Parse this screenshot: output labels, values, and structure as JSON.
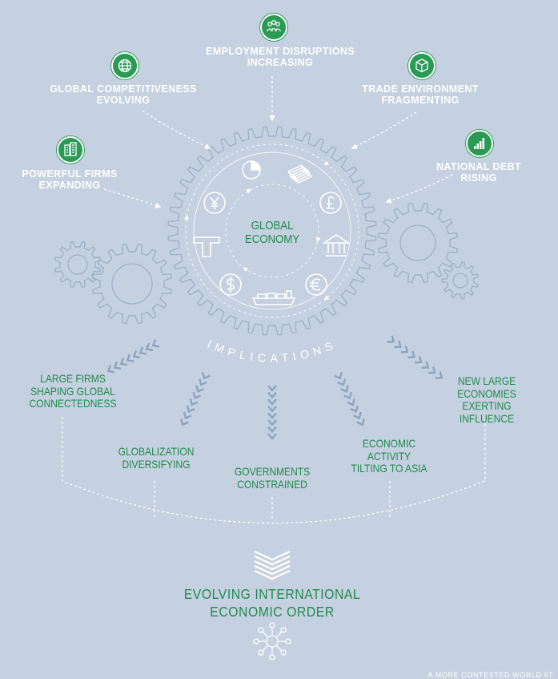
{
  "drivers": {
    "employment": {
      "line1": "Employment Disruptions",
      "line2": "Increasing",
      "icon": "people-icon"
    },
    "competitiveness": {
      "line1": "Global Competitiveness",
      "line2": "Evolving",
      "icon": "globe-icon"
    },
    "trade": {
      "line1": "Trade Environment",
      "line2": "Fragmenting",
      "icon": "cube-icon"
    },
    "firms": {
      "line1": "Powerful Firms",
      "line2": "Expanding",
      "icon": "buildings-icon"
    },
    "debt": {
      "line1": "National Debt",
      "line2": "Rising",
      "icon": "bar-chart-icon"
    }
  },
  "center": {
    "line1": "Global",
    "line2": "Economy"
  },
  "implications_label": "IMPLICATIONS",
  "implications": {
    "large_firms": [
      "Large Firms",
      "Shaping Global",
      "Connectedness"
    ],
    "globalization": [
      "Globalization",
      "Diversifying"
    ],
    "governments": [
      "Governments",
      "Constrained"
    ],
    "economic_activity": [
      "Economic",
      "Activity",
      "Tilting to Asia"
    ],
    "new_economies": [
      "New Large",
      "Economies Exerting",
      "Influence"
    ]
  },
  "final": {
    "line1": "Evolving International",
    "line2": "Economic Order"
  },
  "footer": "A More Contested World   67",
  "colors": {
    "background": "#c5d1e0",
    "accent_green": "#1f8a4c",
    "line_white": "#ffffff"
  }
}
